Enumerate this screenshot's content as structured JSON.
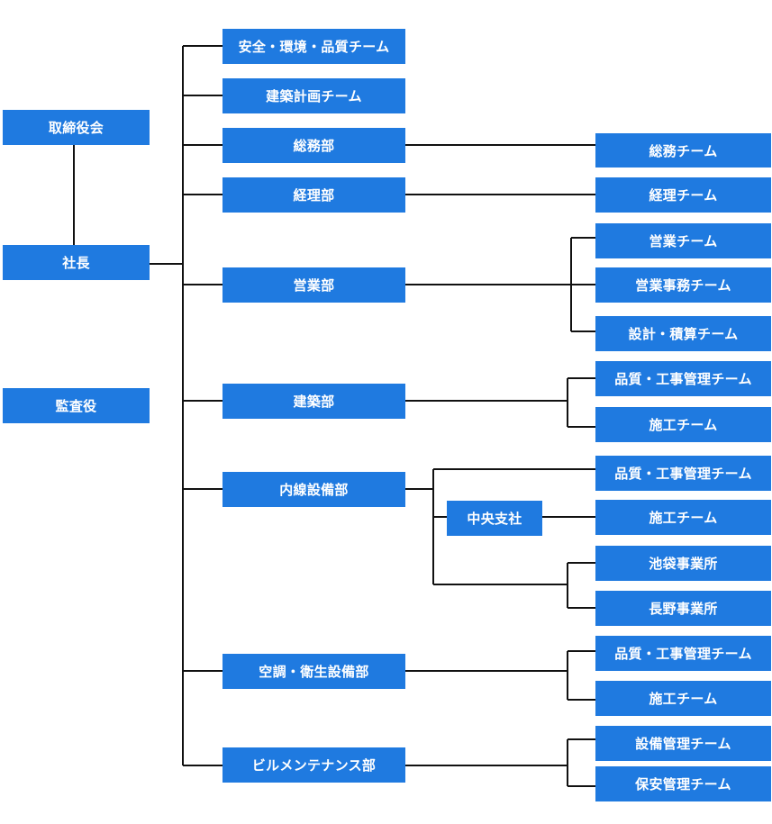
{
  "org_chart": {
    "top": {
      "board": "取締役会",
      "president": "社長",
      "auditor": "監査役"
    },
    "departments": {
      "safety_quality_team": "安全・環境・品質チーム",
      "construction_planning_team": "建築計画チーム",
      "general_affairs": "総務部",
      "accounting": "経理部",
      "sales": "営業部",
      "architecture": "建築部",
      "interior_wiring": "内線設備部",
      "hvac_sanitary": "空調・衛生設備部",
      "building_maintenance": "ビルメンテナンス部"
    },
    "branch": {
      "central_branch": "中央支社"
    },
    "teams": {
      "general_affairs_team": "総務チーム",
      "accounting_team": "経理チーム",
      "sales_team": "営業チーム",
      "sales_office_team": "営業事務チーム",
      "design_estimate_team": "設計・積算チーム",
      "arch_quality_team": "品質・工事管理チーム",
      "arch_construction_team": "施工チーム",
      "wiring_quality_team": "品質・工事管理チーム",
      "wiring_construction_team": "施工チーム",
      "ikebukuro_office": "池袋事業所",
      "nagano_office": "長野事業所",
      "hvac_quality_team": "品質・工事管理チーム",
      "hvac_construction_team": "施工チーム",
      "facility_mgmt_team": "設備管理チーム",
      "security_mgmt_team": "保安管理チーム"
    }
  }
}
